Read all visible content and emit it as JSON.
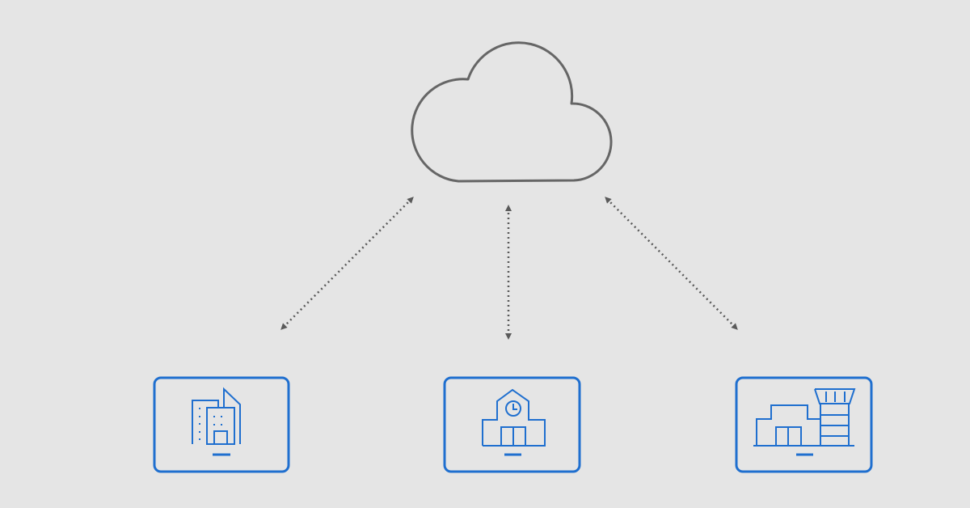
{
  "diagram": {
    "nodes": [
      {
        "id": "cloud",
        "icon": "cloud-icon"
      },
      {
        "id": "office",
        "icon": "office-buildings-icon"
      },
      {
        "id": "school",
        "icon": "school-clock-icon"
      },
      {
        "id": "airport",
        "icon": "airport-tower-icon"
      }
    ],
    "edges": [
      {
        "from": "cloud",
        "to": "office",
        "style": "dotted",
        "direction": "both"
      },
      {
        "from": "cloud",
        "to": "school",
        "style": "dotted",
        "direction": "both"
      },
      {
        "from": "cloud",
        "to": "airport",
        "style": "dotted",
        "direction": "both"
      }
    ],
    "colors": {
      "background": "#e5e5e5",
      "cloud": "#666666",
      "arrow": "#5a5a5a",
      "accent": "#1f6fcf"
    }
  }
}
